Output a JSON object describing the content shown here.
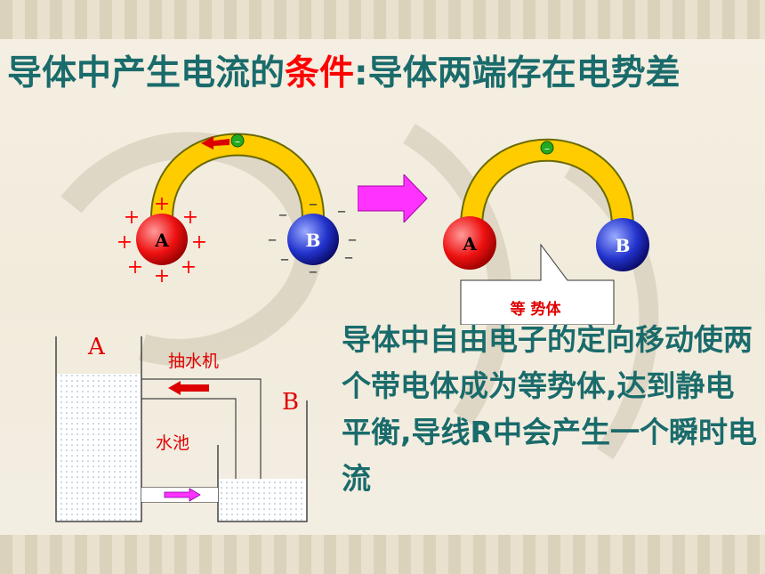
{
  "title": {
    "part1": "导体中产生电流的",
    "highlight": "条件",
    "part2": ":导体两端存在电势差"
  },
  "left_diagram": {
    "sphere_a_label": "A",
    "sphere_b_label": "B",
    "electron_symbol": "–",
    "plus_symbol": "+",
    "minus_symbol": "–"
  },
  "right_diagram": {
    "sphere_a_label": "A",
    "sphere_b_label": "B",
    "electron_symbol": "–",
    "callout_text": "等 势体"
  },
  "water_diagram": {
    "tank_a_label": "A",
    "tank_b_label": "B",
    "pump_label": "抽水机",
    "pool_label": "水池"
  },
  "description": "导体中自由电子的定向移动使两个带电体成为等势体,达到静电平衡,导线R中会产生一个瞬时电流",
  "colors": {
    "title": "#1a6b6b",
    "highlight": "#ff0000",
    "arc": "#ffcc00",
    "sphere_a": "#ee1111",
    "sphere_b": "#2233cc",
    "arrow": "#ff33ff"
  }
}
